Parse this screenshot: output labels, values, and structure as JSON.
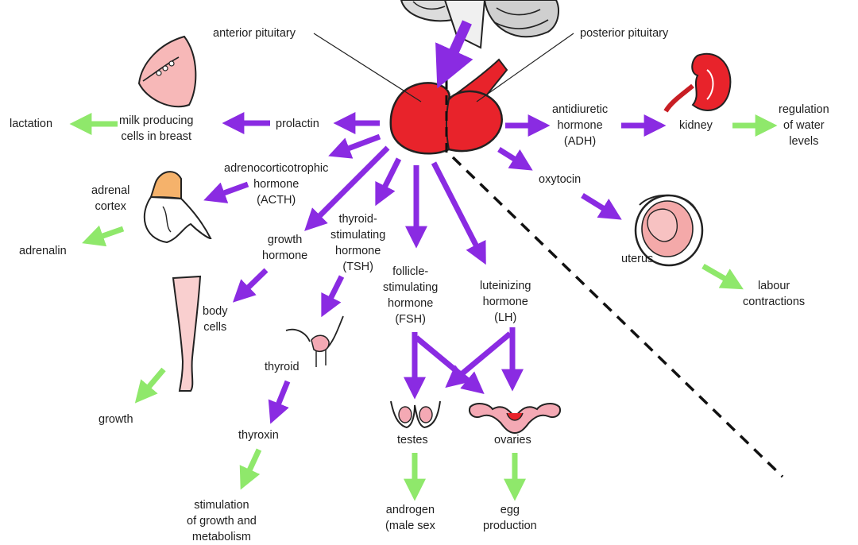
{
  "labels": {
    "anterior_pituitary": "anterior pituitary",
    "posterior_pituitary": "posterior pituitary",
    "lactation": "lactation",
    "milk_cells": [
      "milk producing",
      "cells in breast"
    ],
    "prolactin": "prolactin",
    "adh": [
      "antidiuretic",
      "hormone",
      "(ADH)"
    ],
    "kidney": "kidney",
    "water": [
      "regulation",
      "of water",
      "levels"
    ],
    "acth": [
      "adrenocorticotrophic",
      "hormone",
      "(ACTH)"
    ],
    "adrenal": [
      "adrenal",
      "cortex"
    ],
    "adrenalin": "adrenalin",
    "oxytocin": "oxytocin",
    "uterus": "uterus",
    "labour": [
      "labour",
      "contractions"
    ],
    "growth_hormone": [
      "growth",
      "hormone"
    ],
    "tsh": [
      "thyroid-",
      "stimulating",
      "hormone",
      "(TSH)"
    ],
    "fsh": [
      "follicle-",
      "stimulating",
      "hormone",
      "(FSH)"
    ],
    "lh": [
      "luteinizing",
      "hormone",
      "(LH)"
    ],
    "body_cells": [
      "body",
      "cells"
    ],
    "growth": "growth",
    "thyroid": "thyroid",
    "thyroxin": "thyroxin",
    "stimulation": [
      "stimulation",
      "of growth and",
      "metabolism"
    ],
    "testes": "testes",
    "ovaries": "ovaries",
    "androgen": [
      "androgen",
      "(male sex"
    ],
    "egg": [
      "egg",
      "production"
    ]
  },
  "colors": {
    "hormone_arrow": "#8a2be2",
    "effect_arrow": "#8fe86b",
    "gland": "#e8232b",
    "breast": "#f7b8b8",
    "adrenal_cap": "#f5b26b"
  }
}
